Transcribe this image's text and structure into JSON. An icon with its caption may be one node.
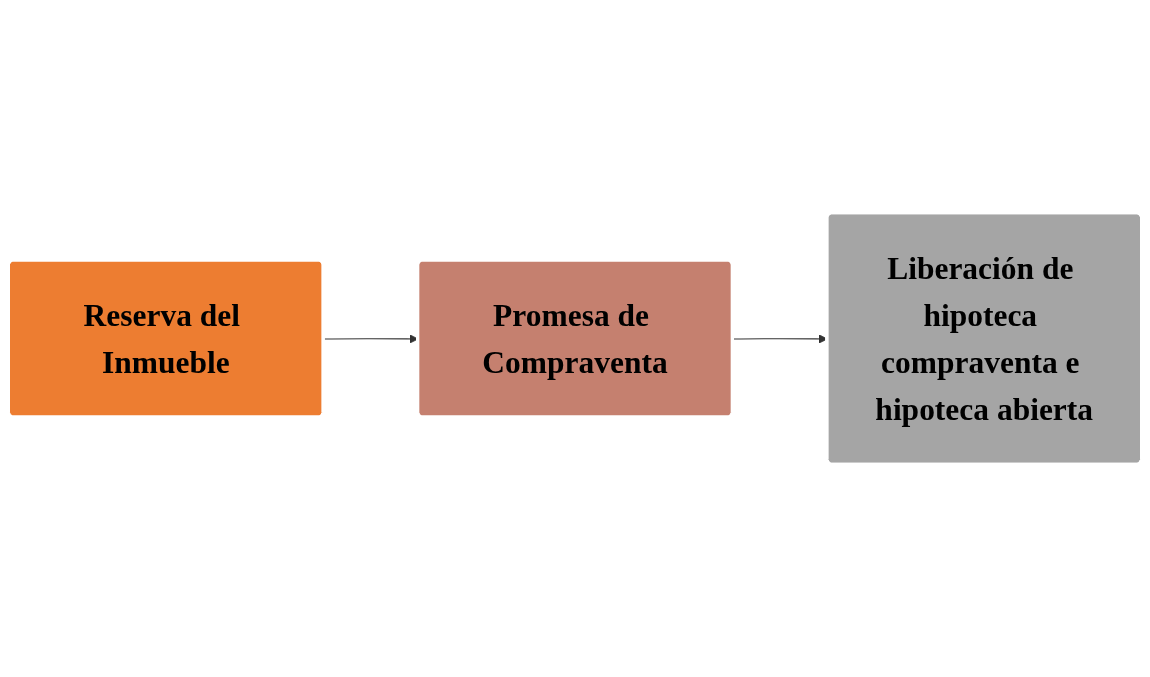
{
  "diagram": {
    "nodes": [
      {
        "text": [
          "Reserva del Inmueble"
        ]
      },
      {
        "text": [
          "Promesa de Compraventa"
        ]
      },
      {
        "text": [
          "Liberación de hipoteca compraventa e hipoteca abierta"
        ]
      }
    ],
    "edges": [
      {
        "from": 0,
        "to": 1,
        "arrow": "to"
      },
      {
        "from": 1,
        "to": 2,
        "arrow": "to"
      }
    ]
  }
}
